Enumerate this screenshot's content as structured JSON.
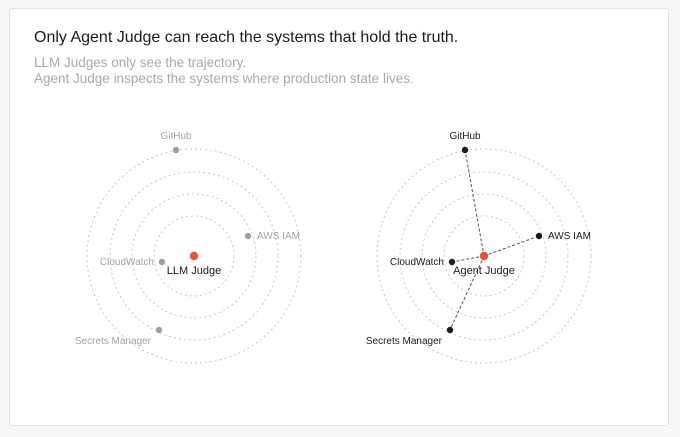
{
  "header": {
    "title": "Only Agent Judge can reach the systems that hold the truth.",
    "subtitle_line1": "LLM Judges only see the trajectory.",
    "subtitle_line2": "Agent Judge inspects the systems where production state lives."
  },
  "colors": {
    "accent": "#e8502f",
    "inactive_node": "#a0a0a0",
    "inactive_label": "#a3a3a3",
    "active_node": "#1c1c1c",
    "active_label": "#1c1c1c",
    "ring": "#c7c7c7"
  },
  "diagrams": {
    "llm": {
      "center_label": "LLM Judge",
      "connected": false,
      "nodes": [
        {
          "label": "GitHub"
        },
        {
          "label": "AWS IAM"
        },
        {
          "label": "CloudWatch"
        },
        {
          "label": "Secrets Manager"
        }
      ]
    },
    "agent": {
      "center_label": "Agent Judge",
      "connected": true,
      "nodes": [
        {
          "label": "GitHub"
        },
        {
          "label": "AWS IAM"
        },
        {
          "label": "CloudWatch"
        },
        {
          "label": "Secrets Manager"
        }
      ]
    }
  }
}
